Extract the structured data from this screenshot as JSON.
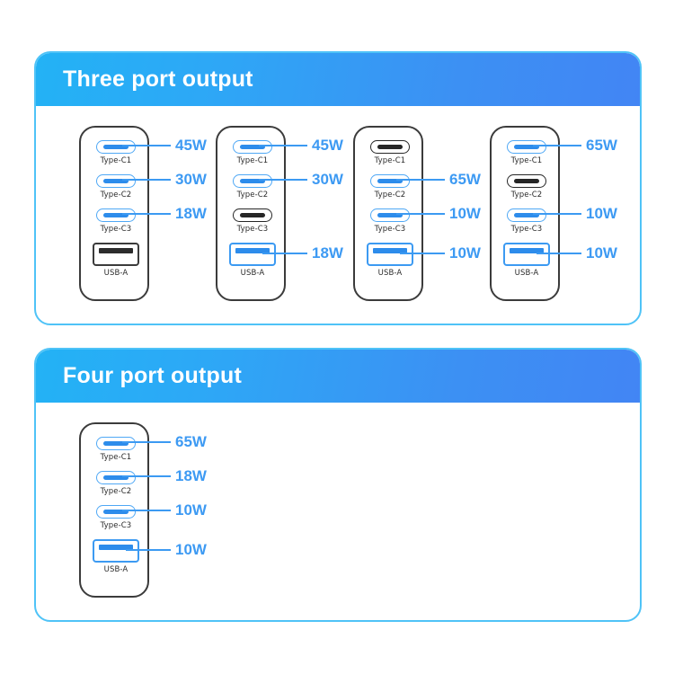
{
  "sections": [
    {
      "id": "three-port-output",
      "title": "Three port output",
      "devices": [
        {
          "id": "device-1",
          "ports": [
            {
              "label": "Type-C1",
              "type": "type-c",
              "active": true,
              "watt": "45W"
            },
            {
              "label": "Type-C2",
              "type": "type-c",
              "active": true,
              "watt": "30W"
            },
            {
              "label": "Type-C3",
              "type": "type-c",
              "active": true,
              "watt": "18W"
            },
            {
              "label": "USB-A",
              "type": "usb-a",
              "active": false,
              "watt": ""
            }
          ]
        },
        {
          "id": "device-2",
          "ports": [
            {
              "label": "Type-C1",
              "type": "type-c",
              "active": true,
              "watt": "45W"
            },
            {
              "label": "Type-C2",
              "type": "type-c",
              "active": true,
              "watt": "30W"
            },
            {
              "label": "Type-C3",
              "type": "type-c",
              "active": false,
              "watt": ""
            },
            {
              "label": "USB-A",
              "type": "usb-a",
              "active": true,
              "watt": "18W"
            }
          ]
        },
        {
          "id": "device-3",
          "ports": [
            {
              "label": "Type-C1",
              "type": "type-c",
              "active": false,
              "watt": ""
            },
            {
              "label": "Type-C2",
              "type": "type-c",
              "active": true,
              "watt": "65W"
            },
            {
              "label": "Type-C3",
              "type": "type-c",
              "active": true,
              "watt": "10W"
            },
            {
              "label": "USB-A",
              "type": "usb-a",
              "active": true,
              "watt": "10W"
            }
          ]
        },
        {
          "id": "device-4",
          "ports": [
            {
              "label": "Type-C1",
              "type": "type-c",
              "active": true,
              "watt": "65W"
            },
            {
              "label": "Type-C2",
              "type": "type-c",
              "active": false,
              "watt": ""
            },
            {
              "label": "Type-C3",
              "type": "type-c",
              "active": true,
              "watt": "10W"
            },
            {
              "label": "USB-A",
              "type": "usb-a",
              "active": true,
              "watt": "10W"
            }
          ]
        }
      ]
    },
    {
      "id": "four-port-output",
      "title": "Four port output",
      "devices": [
        {
          "id": "device-5",
          "ports": [
            {
              "label": "Type-C1",
              "type": "type-c",
              "active": true,
              "watt": "65W"
            },
            {
              "label": "Type-C2",
              "type": "type-c",
              "active": true,
              "watt": "18W"
            },
            {
              "label": "Type-C3",
              "type": "type-c",
              "active": true,
              "watt": "10W"
            },
            {
              "label": "USB-A",
              "type": "usb-a",
              "active": true,
              "watt": "10W"
            }
          ]
        }
      ]
    }
  ],
  "colors": {
    "header_gradient_start": "#23B2F5",
    "header_gradient_end": "#4285F4",
    "panel_border": "#4FC3F7",
    "accent_blue": "#3D9AF3",
    "port_active": "#2D8CEB",
    "port_inactive": "#262626",
    "device_outline": "#3B3B3B",
    "label_text": "#2B2B2B",
    "background": "#FFFFFF"
  }
}
